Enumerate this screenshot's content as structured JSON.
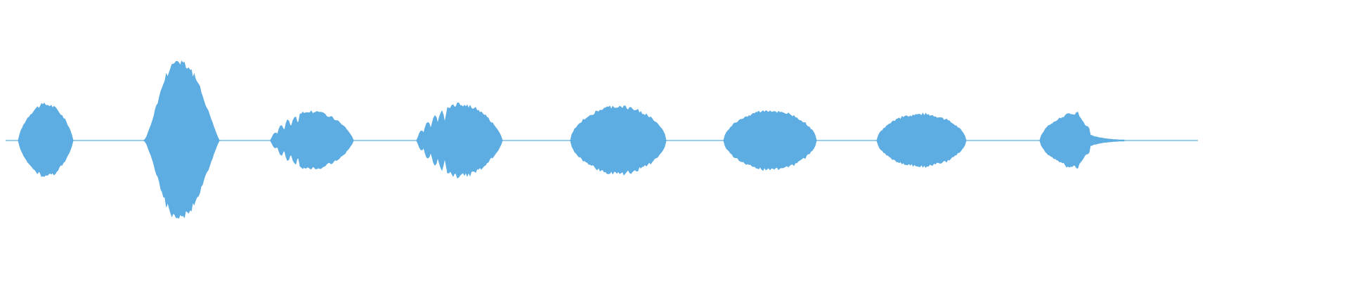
{
  "waveform": {
    "color": "#5dade2",
    "baseline_color": "#5dade2",
    "background": "#ffffff",
    "segments": [
      {
        "id": "blob-1",
        "level": 0.45,
        "shape": "round",
        "spikes": false
      },
      {
        "id": "blob-2",
        "level": 1.0,
        "shape": "tall",
        "spikes": false
      },
      {
        "id": "blob-3",
        "level": 0.36,
        "shape": "round",
        "spikes": true
      },
      {
        "id": "blob-4",
        "level": 0.45,
        "shape": "round",
        "spikes": true
      },
      {
        "id": "blob-5",
        "level": 0.42,
        "shape": "flat",
        "spikes": false
      },
      {
        "id": "blob-6",
        "level": 0.37,
        "shape": "flat",
        "spikes": false
      },
      {
        "id": "blob-7",
        "level": 0.33,
        "shape": "flat",
        "spikes": false
      },
      {
        "id": "blob-8",
        "level": 0.34,
        "shape": "tail",
        "spikes": false
      }
    ]
  }
}
